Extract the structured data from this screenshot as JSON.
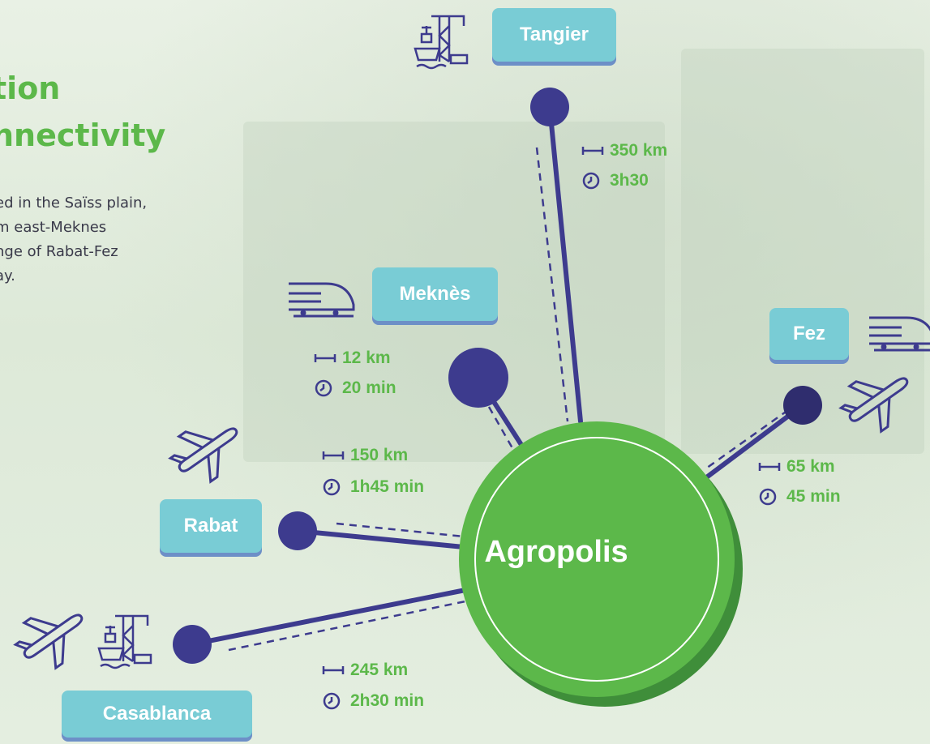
{
  "heading": {
    "line1": "tion",
    "line2": "nnectivity"
  },
  "intro": {
    "line1": "ed in the Saïss plain,",
    "line2": "m east-Meknes",
    "line3": "nge of Rabat-Fez",
    "line4": "ay."
  },
  "hub": {
    "label": "Agropolis"
  },
  "cities": {
    "tangier": "Tangier",
    "meknes": "Meknès",
    "fez": "Fez",
    "rabat": "Rabat",
    "casablanca": "Casablanca"
  },
  "routes": {
    "tangier": {
      "distance": "350 km",
      "time": "3h30"
    },
    "meknes": {
      "distance": "12 km",
      "time": "20 min"
    },
    "rabat": {
      "distance": "150 km",
      "time": "1h45 min"
    },
    "fez": {
      "distance": "65 km",
      "time": "45 min"
    },
    "casablanca": {
      "distance": "245 km",
      "time": "2h30 min"
    }
  },
  "icons": {
    "tangier": [
      "port-crane-icon"
    ],
    "meknes": [
      "train-icon"
    ],
    "fez": [
      "train-icon",
      "airplane-icon"
    ],
    "rabat": [
      "airplane-icon"
    ],
    "casablanca": [
      "airplane-icon",
      "port-crane-icon"
    ]
  },
  "colors": {
    "green": "#5cb84a",
    "hub_green": "#5cb84a",
    "navy": "#3d3b8e",
    "label_bg": "#79ccd5",
    "label_shadow": "#6d8fc7"
  }
}
